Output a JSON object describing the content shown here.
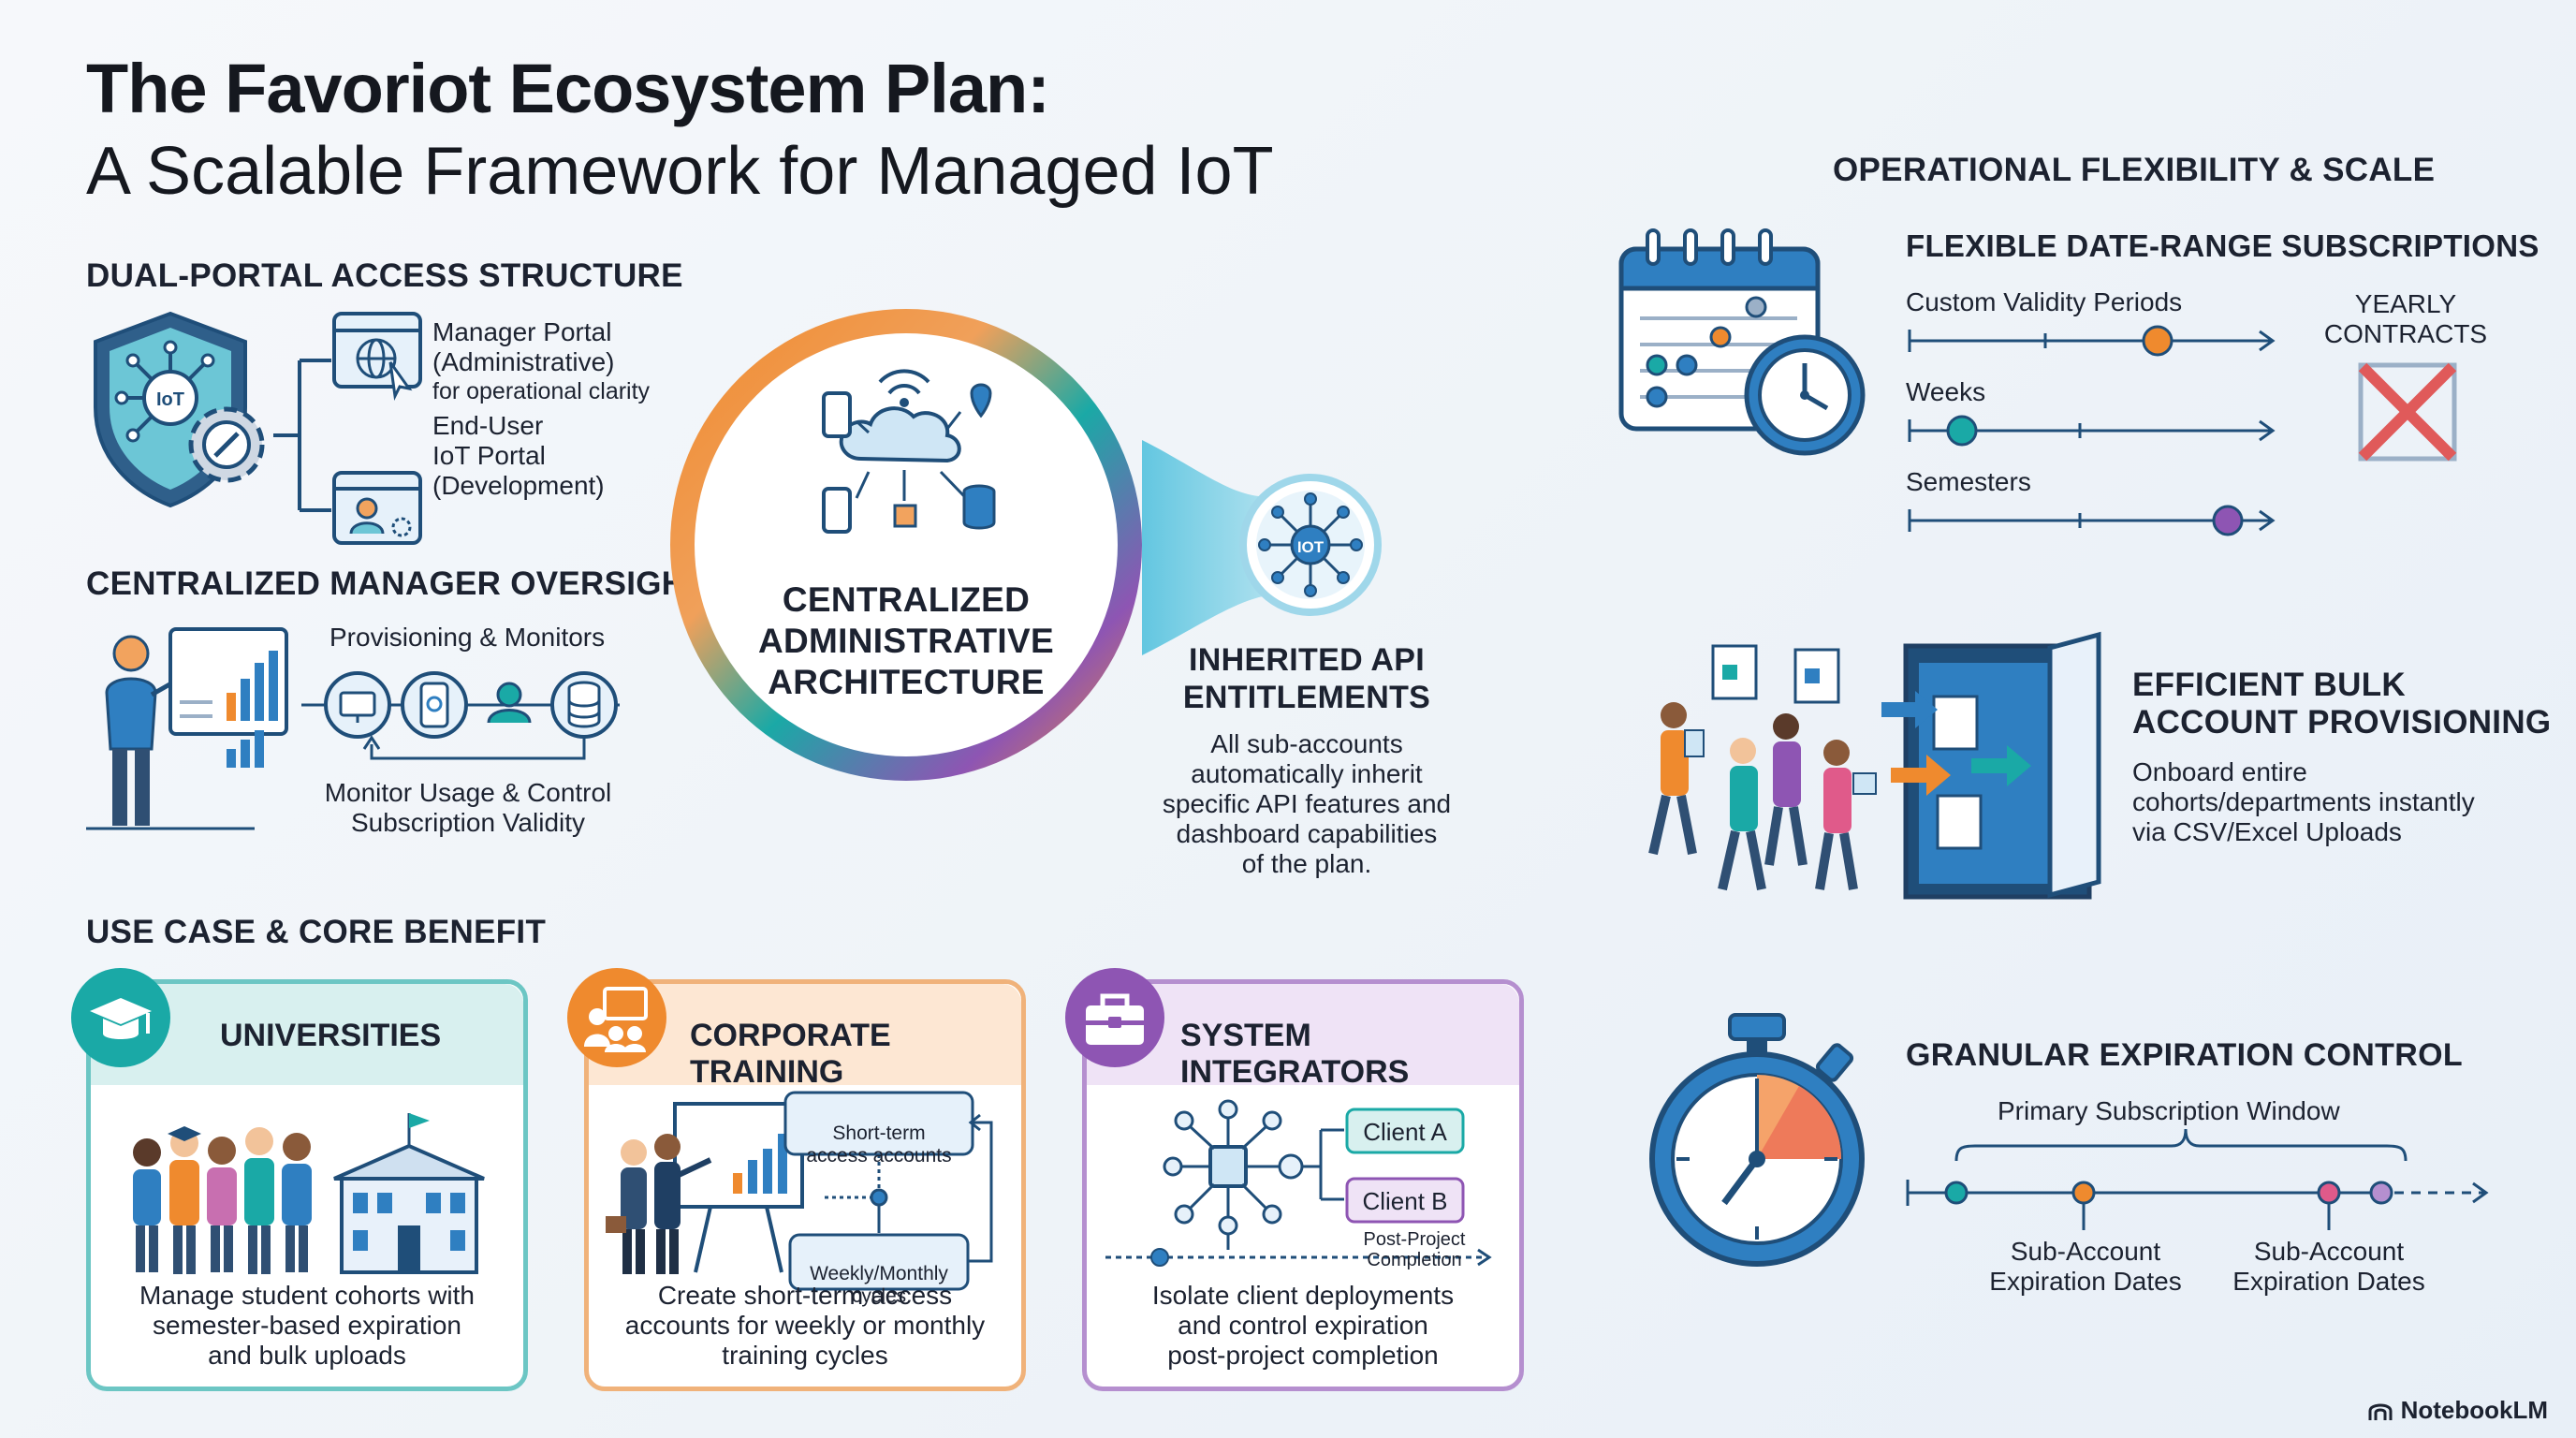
{
  "title": {
    "line1": "The Favoriot Ecosystem Plan:",
    "line2": "A Scalable Framework for Managed IoT"
  },
  "dual_portal": {
    "heading": "DUAL-PORTAL ACCESS STRUCTURE",
    "shield_label": "IoT",
    "manager_line1": "Manager Portal",
    "manager_line2": "(Administrative)",
    "manager_line3": "for operational clarity",
    "enduser_line1": "End-User",
    "enduser_line2": "IoT Portal",
    "enduser_line3": "(Development)"
  },
  "oversight": {
    "heading": "CENTRALIZED MANAGER OVERSIGHT",
    "provisioning": "Provisioning & Monitors",
    "monitor_line1": "Monitor Usage & Control",
    "monitor_line2": "Subscription Validity"
  },
  "center": {
    "line1": "CENTRALIZED",
    "line2": "ADMINISTRATIVE",
    "line3": "ARCHITECTURE",
    "hub_label": "IOT"
  },
  "api": {
    "heading_line1": "INHERITED API",
    "heading_line2": "ENTITLEMENTS",
    "desc_line1": "All sub-accounts",
    "desc_line2": "automatically inherit",
    "desc_line3": "specific API features and",
    "desc_line4": "dashboard capabilities",
    "desc_line5": "of the plan."
  },
  "use_case": {
    "heading": "USE CASE & CORE BENEFIT",
    "universities": {
      "title": "UNIVERSITIES",
      "desc_line1": "Manage student cohorts with",
      "desc_line2": "semester-based expiration",
      "desc_line3": "and bulk uploads"
    },
    "corporate": {
      "title": "CORPORATE TRAINING",
      "box1_line1": "Short-term",
      "box1_line2": "access accounts",
      "box2_line1": "Weekly/Monthly",
      "box2_line2": "cycles",
      "desc_line1": "Create short-term access",
      "desc_line2": "accounts for weekly or monthly",
      "desc_line3": "training cycles"
    },
    "integrators": {
      "title": "SYSTEM INTEGRATORS",
      "client_a": "Client A",
      "client_b": "Client B",
      "post_line1": "Post-Project",
      "post_line2": "Completion",
      "desc_line1": "Isolate client deployments",
      "desc_line2": "and control expiration",
      "desc_line3": "post-project completion"
    }
  },
  "operational": {
    "heading": "OPERATIONAL FLEXIBILITY & SCALE",
    "subscriptions": {
      "heading": "FLEXIBLE DATE-RANGE SUBSCRIPTIONS",
      "custom": "Custom Validity Periods",
      "weeks": "Weeks",
      "semesters": "Semesters",
      "yearly_line1": "YEARLY",
      "yearly_line2": "CONTRACTS"
    },
    "bulk": {
      "heading_line1": "EFFICIENT BULK",
      "heading_line2": "ACCOUNT PROVISIONING",
      "desc_line1": "Onboard entire",
      "desc_line2": "cohorts/departments instantly",
      "desc_line3": "via CSV/Excel Uploads"
    },
    "expiration": {
      "heading": "GRANULAR EXPIRATION CONTROL",
      "window": "Primary Subscription Window",
      "sub1_line1": "Sub-Account",
      "sub1_line2": "Expiration Dates",
      "sub2_line1": "Sub-Account",
      "sub2_line2": "Expiration Dates"
    }
  },
  "brand": "NotebookLM",
  "colors": {
    "teal": "#1aa9a6",
    "orange": "#ef8a2e",
    "purple": "#8e55b3",
    "navy": "#1f4e79",
    "blue": "#2f6fb3",
    "red": "#e05a5a"
  }
}
